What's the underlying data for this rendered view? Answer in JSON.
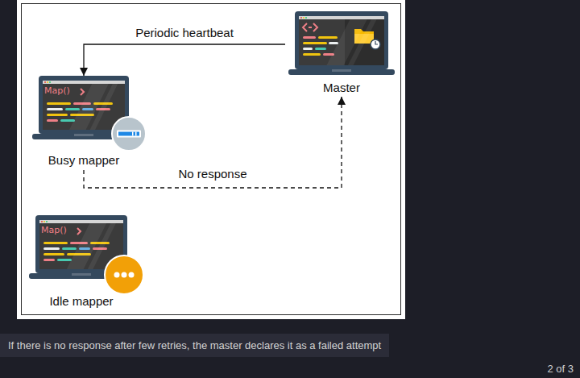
{
  "diagram": {
    "caption": "If there is no response after few retries, the master declares it as a failed attempt",
    "nodes": [
      {
        "text": [
          "Master"
        ]
      },
      {
        "text": [
          "Map()",
          "Busy mapper"
        ]
      },
      {
        "text": [
          "Map()",
          "Idle mapper"
        ]
      }
    ],
    "edges": [
      {
        "from": 0,
        "to": 1,
        "label": "Periodic heartbeat",
        "arrow": "to"
      },
      {
        "from": 1,
        "to": 0,
        "label": "No response",
        "arrow": "to"
      }
    ],
    "labels": [
      "2 of 3"
    ]
  }
}
